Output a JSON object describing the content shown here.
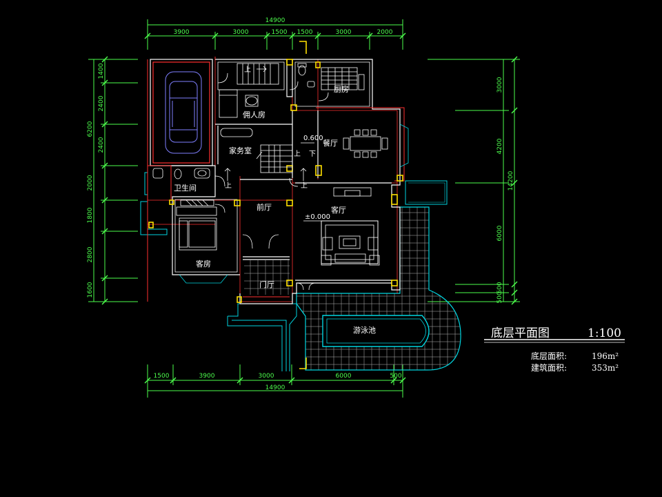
{
  "colors": {
    "background": "#000000",
    "dimension": "#4dff4d",
    "wall": "#ffffff",
    "axis": "#ff3030",
    "outline": "#ff3030",
    "cyan": "#00d5e0",
    "yellow": "#ffe000",
    "furniture": "#ffffff",
    "car": "#7f7fff"
  },
  "dims": {
    "top_total": "14900",
    "top_segments": [
      "3900",
      "3000",
      "1500",
      "1500",
      "3000",
      "2000"
    ],
    "bottom_total": "14900",
    "bottom_segments": [
      "1500",
      "3900",
      "3000",
      "6000",
      "500"
    ],
    "left_total": "6200",
    "left_segments": [
      "1400",
      "2400",
      "2400",
      "2000",
      "1800",
      "2800",
      "1600"
    ],
    "right_total": "14200",
    "right_segments": [
      "3000",
      "4200",
      "6000",
      "500",
      "500"
    ]
  },
  "rooms": {
    "servant": "佣人房",
    "kitchen": "厨房",
    "housework": "家务室",
    "dining": "餐厅",
    "bath": "卫生间",
    "front_hall": "前厅",
    "living": "客厅",
    "guest": "客房",
    "entry": "门厅",
    "pool": "游泳池"
  },
  "marks": {
    "up": "上",
    "down": "下"
  },
  "levels": {
    "dining": "0.600",
    "living": "±0.000"
  },
  "title": {
    "name": "底层平面图",
    "scale": "1:100"
  },
  "area": {
    "ground_label": "底层面积:",
    "ground_value": "196m²",
    "building_label": "建筑面积:",
    "building_value": "353m²"
  }
}
